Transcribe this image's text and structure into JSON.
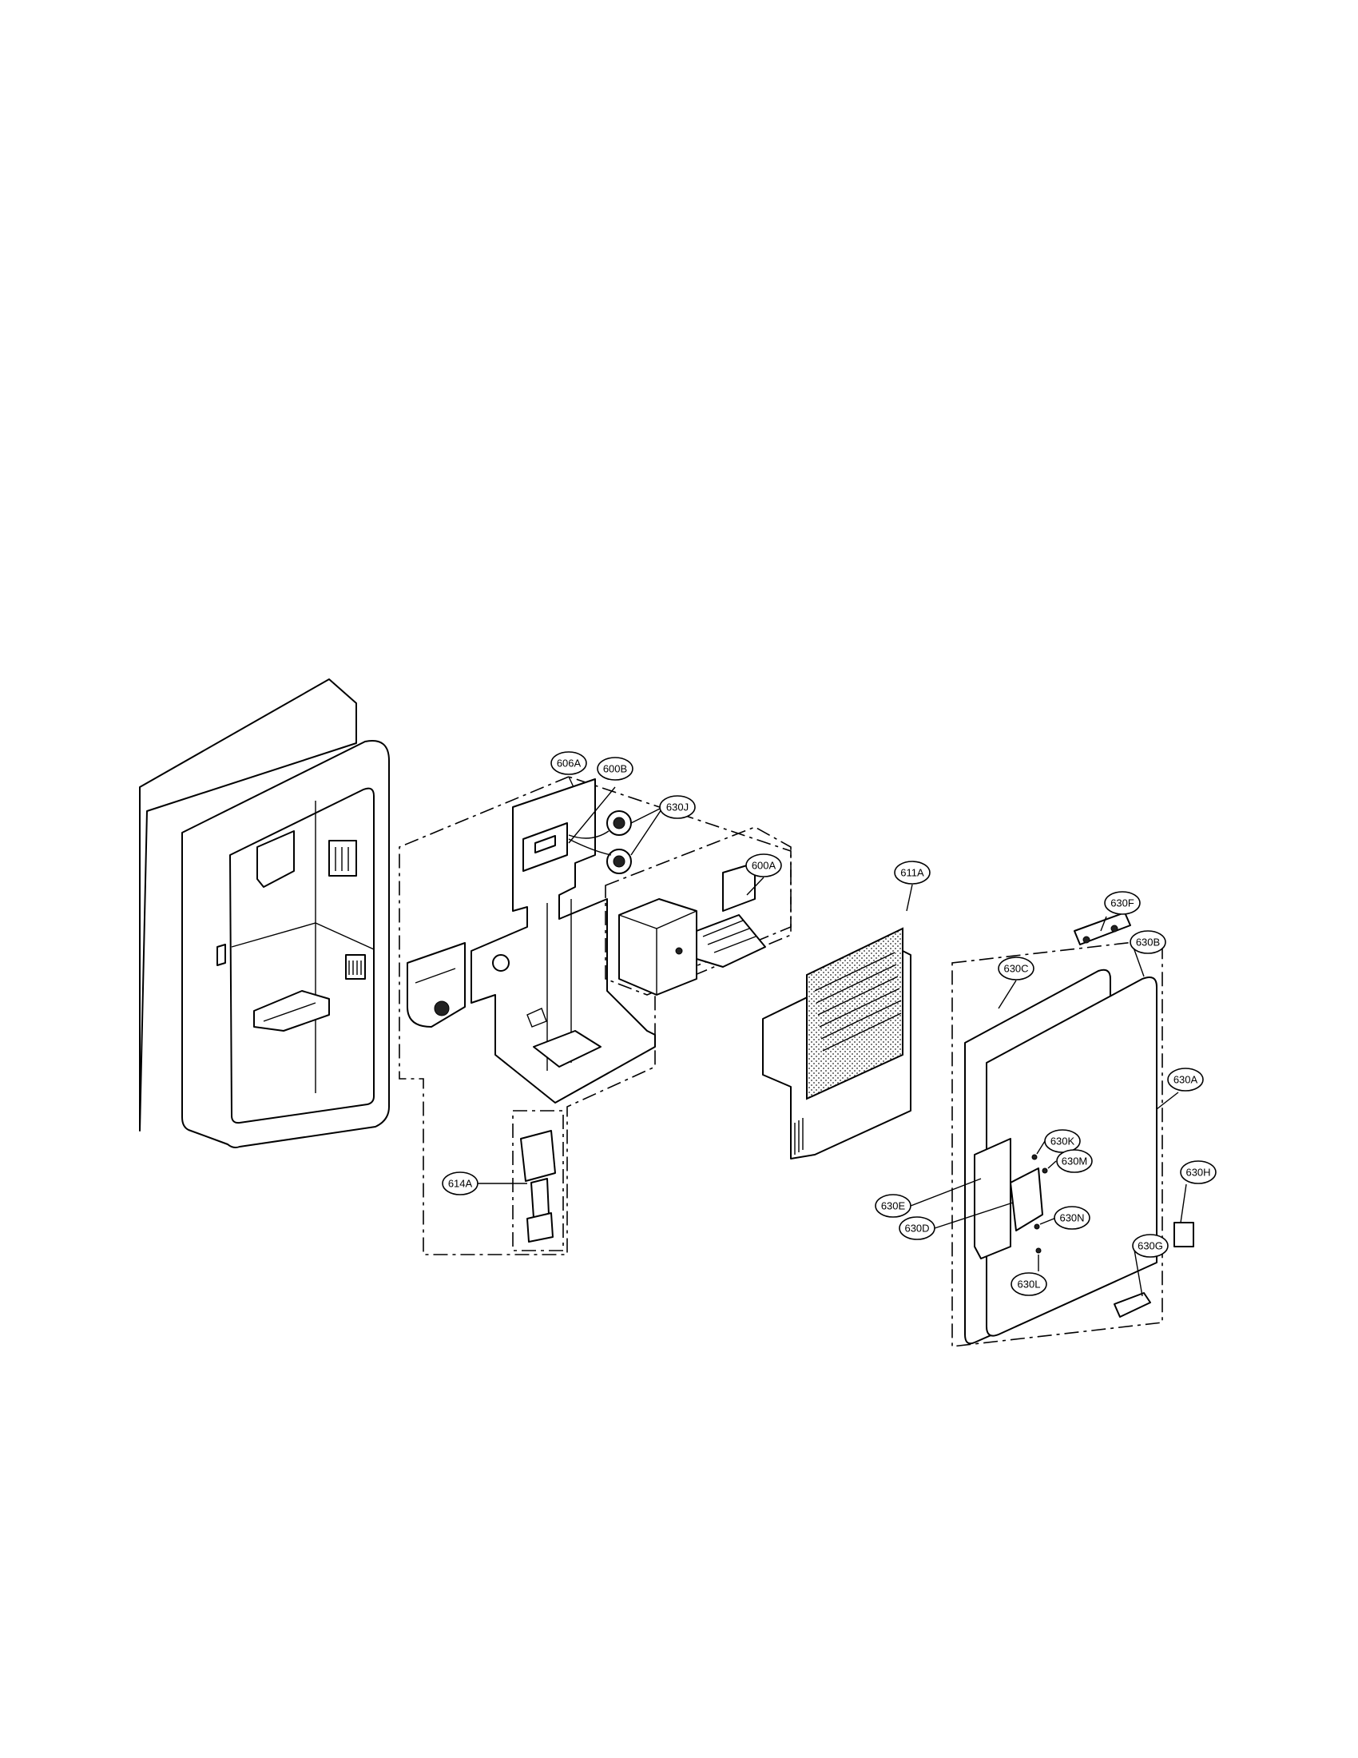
{
  "diagram": {
    "callouts": [
      {
        "id": "606A",
        "label": "606A"
      },
      {
        "id": "600B",
        "label": "600B"
      },
      {
        "id": "630J",
        "label": "630J"
      },
      {
        "id": "600A",
        "label": "600A"
      },
      {
        "id": "611A",
        "label": "611A"
      },
      {
        "id": "630F",
        "label": "630F"
      },
      {
        "id": "630B",
        "label": "630B"
      },
      {
        "id": "630C",
        "label": "630C"
      },
      {
        "id": "630A",
        "label": "630A"
      },
      {
        "id": "630K",
        "label": "630K"
      },
      {
        "id": "630M",
        "label": "630M"
      },
      {
        "id": "630H",
        "label": "630H"
      },
      {
        "id": "630E",
        "label": "630E"
      },
      {
        "id": "630N",
        "label": "630N"
      },
      {
        "id": "630D",
        "label": "630D"
      },
      {
        "id": "630G",
        "label": "630G"
      },
      {
        "id": "630L",
        "label": "630L"
      },
      {
        "id": "614A",
        "label": "614A"
      }
    ]
  }
}
